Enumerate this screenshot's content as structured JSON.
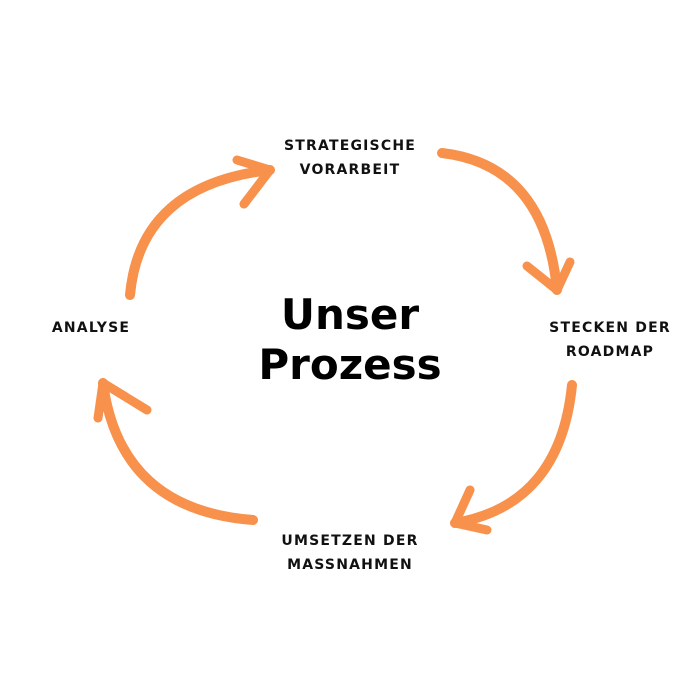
{
  "title": {
    "line1": "Unser",
    "line2": "Prozess"
  },
  "steps": [
    {
      "line1": "STRATEGISCHE",
      "line2": "VORARBEIT"
    },
    {
      "line1": "STECKEN DER",
      "line2": "ROADMAP"
    },
    {
      "line1": "UMSETZEN DER",
      "line2": "MASSNAHMEN"
    },
    {
      "line1": "ANALYSE"
    }
  ],
  "colors": {
    "arrow": "#f7914b",
    "text": "#111111",
    "background": "#ffffff"
  }
}
